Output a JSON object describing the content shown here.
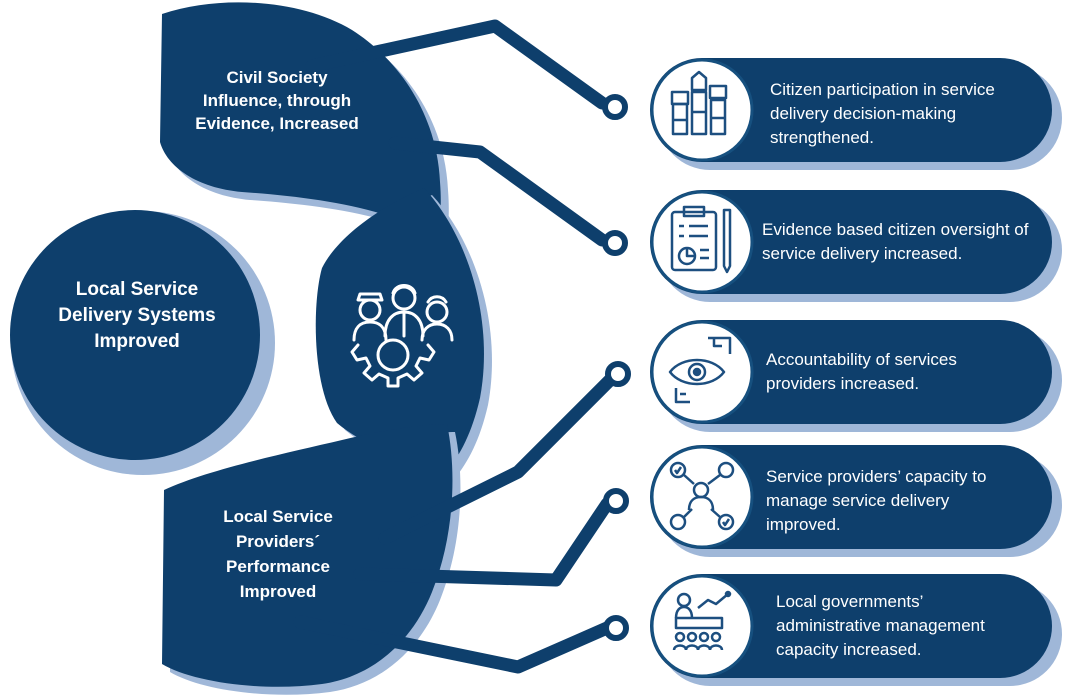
{
  "colors": {
    "navy": "#0e3f6c",
    "shadow": "#9fb7d8",
    "circle_border": "#16507f",
    "icon_stroke": "#1d4f80",
    "text": "#ffffff"
  },
  "hub": {
    "title": "Local Service Delivery Systems Improved"
  },
  "top_outcome": {
    "label": "Civil Society Influence, through Evidence, Increased"
  },
  "bottom_outcome": {
    "label": "Local Service Providers´ Performance Improved"
  },
  "center": {
    "icon": "team-gear-icon"
  },
  "outputs": [
    {
      "icon": "raised-fists-icon",
      "text": "Citizen participation in service delivery decision-making strengthened."
    },
    {
      "icon": "clipboard-report-icon",
      "text": "Evidence based citizen oversight of service delivery increased."
    },
    {
      "icon": "eye-monitor-icon",
      "text": "Accountability of services providers increased."
    },
    {
      "icon": "network-people-icon",
      "text": "Service providers’ capacity to manage service delivery improved."
    },
    {
      "icon": "council-meeting-icon",
      "text": "Local governments’ administrative management capacity increased."
    }
  ]
}
